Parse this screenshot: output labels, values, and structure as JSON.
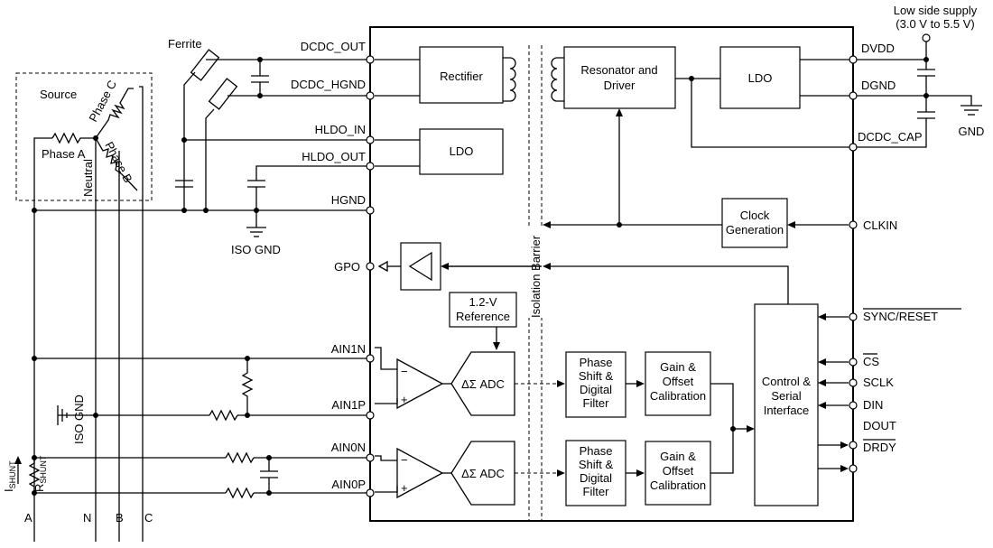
{
  "source": {
    "title": "Source",
    "phase_a": "Phase A",
    "phase_b": "Phase B",
    "phase_c": "Phase C",
    "neutral": "Neutral"
  },
  "ferrite": "Ferrite",
  "iso_gnd": "ISO GND",
  "left_pins": {
    "dcdc_out": "DCDC_OUT",
    "dcdc_hgnd": "DCDC_HGND",
    "hldo_in": "HLDO_IN",
    "hldo_out": "HLDO_OUT",
    "hgnd": "HGND",
    "gpo": "GPO",
    "ain1n": "AIN1N",
    "ain1p": "AIN1P",
    "ain0n": "AIN0N",
    "ain0p": "AIN0P"
  },
  "right_pins": {
    "dvdd": "DVDD",
    "dgnd": "DGND",
    "dcdc_cap": "DCDC_CAP",
    "clkin": "CLKIN",
    "sync_reset": "SYNC/RESET",
    "cs": "CS",
    "sclk": "SCLK",
    "din": "DIN",
    "dout": "DOUT",
    "drdy": "DRDY"
  },
  "blocks": {
    "rectifier": "Rectifier",
    "hldo": "LDO",
    "resonator": [
      "Resonator and",
      "Driver"
    ],
    "ldo": "LDO",
    "clock": [
      "Clock",
      "Generation"
    ],
    "reference": [
      "1.2-V",
      "Reference"
    ],
    "adc": "ΔΣ ADC",
    "phase_filter": [
      "Phase",
      "Shift &",
      "Digital",
      "Filter"
    ],
    "gain_cal": [
      "Gain &",
      "Offset",
      "Calibration"
    ],
    "control": [
      "Control &",
      "Serial",
      "Interface"
    ]
  },
  "isolation_barrier": "Isolation Barrier",
  "low_side_supply": [
    "Low side supply",
    "(3.0 V to 5.5 V)"
  ],
  "gnd": "GND",
  "shunt": {
    "current": "I",
    "current_sub": "SHUNT",
    "resistor": "R",
    "resistor_sub": "SHUNT"
  },
  "bottom_labels": [
    "A",
    "N",
    "B",
    "C"
  ]
}
